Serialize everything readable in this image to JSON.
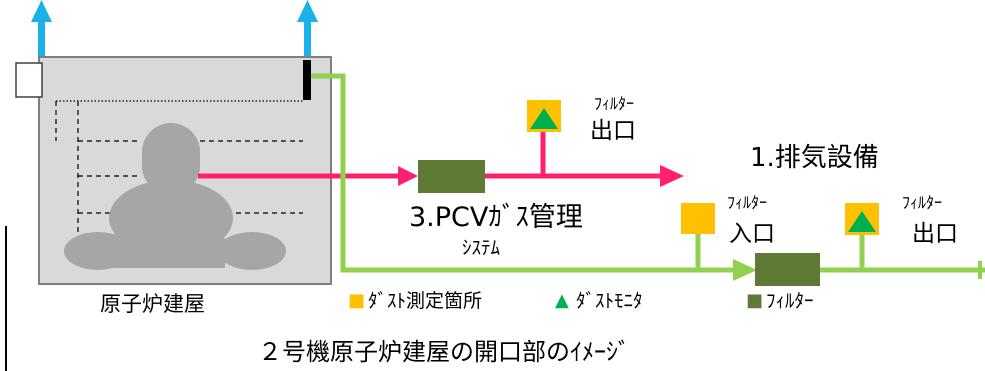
{
  "diagram": {
    "building_label": "原子炉建屋",
    "exhaust_label": "1.排気設備",
    "pcv_label_line1": "3.PCVｶﾞｽ管理",
    "pcv_label_line2": "ｼｽﾃﾑ",
    "filter_outlet_top_line1": "ﾌｨﾙﾀｰ",
    "filter_outlet_top_line2": "出口",
    "filter_inlet_line1": "ﾌｨﾙﾀｰ",
    "filter_inlet_line2": "入口",
    "filter_outlet_right_line1": "ﾌｨﾙﾀｰ",
    "filter_outlet_right_line2": "出口",
    "caption": "２号機原子炉建屋の開口部のｲﾒｰｼﾞ"
  },
  "legend": {
    "dust_point_symbol": "■",
    "dust_point_label": "ﾀﾞｽﾄ測定箇所",
    "dust_monitor_symbol": "▲",
    "dust_monitor_label": "ﾀﾞｽﾄﾓﾆﾀ",
    "filter_symbol": "■",
    "filter_label": "ﾌｨﾙﾀｰ"
  },
  "colors": {
    "building_fill": "#d9d9d9",
    "reactor": "#a6a6a6",
    "pink_line": "#ff1f6e",
    "green_line": "#92d050",
    "filter_box": "#5e7a34",
    "dust_point": "#ffc000",
    "monitor_triangle": "#00b050",
    "exhaust_arrow": "#1ab0e8"
  }
}
